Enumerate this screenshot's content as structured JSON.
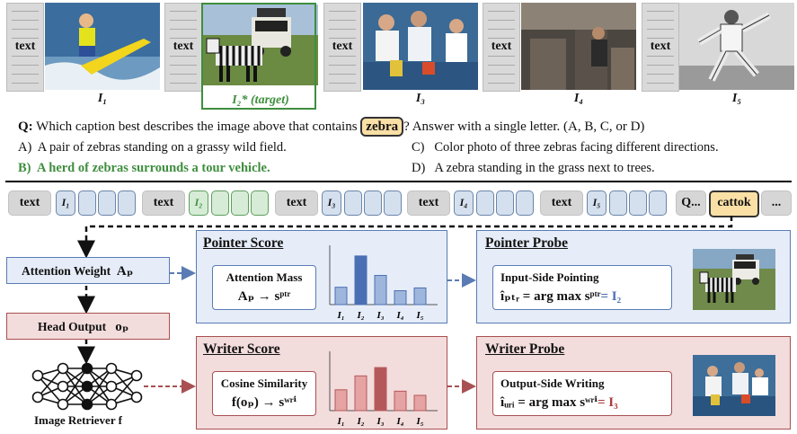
{
  "top": {
    "text_card_label": "text",
    "image_labels": [
      "I₁",
      "I₂* (target)",
      "I₃",
      "I₄",
      "I₅"
    ]
  },
  "question": {
    "prefix": "Q:",
    "text_before": "Which caption best describes the image above that contains",
    "keyword": "zebra",
    "text_after": "? Answer with a single letter. (A, B, C, or D)",
    "options": [
      {
        "letter": "A)",
        "text": "A pair of zebras standing on a grassy wild field."
      },
      {
        "letter": "B)",
        "text": "A herd of zebras surrounds a tour vehicle."
      },
      {
        "letter": "C)",
        "text": "Color photo of three zebras facing different directions."
      },
      {
        "letter": "D)",
        "text": "A zebra standing in the grass next to trees."
      }
    ],
    "correct_color": "#3e8e3e"
  },
  "tokens": {
    "text": "text",
    "image_tokens": [
      "I₁",
      "I₂",
      "I₃",
      "I₄",
      "I₅"
    ],
    "q_label": "Q...",
    "cattok": "cattok",
    "ellipsis": "..."
  },
  "left_column": {
    "attention_weight": "Attention Weight",
    "attention_symbol": "Aₚ",
    "head_output": "Head Output",
    "head_symbol": "oₚ",
    "retriever": "Image Retriever f"
  },
  "pointer_score": {
    "title": "Pointer Score",
    "inner_title": "Attention Mass",
    "formula": "Aₚ → sᵖᵗʳ",
    "color": "#4a6fb5"
  },
  "pointer_probe": {
    "title": "Pointer Probe",
    "inner_title": "Input-Side Pointing",
    "formula": "îₚₜᵣ = arg max sᵖᵗʳ",
    "result": "= I₂"
  },
  "writer_score": {
    "title": "Writer Score",
    "inner_title": "Cosine Similarity",
    "formula": "f(oₚ) → sʷʳⁱ",
    "color": "#b5585a"
  },
  "writer_probe": {
    "title": "Writer Probe",
    "inner_title": "Output-Side Writing",
    "formula": "îᵤᵣᵢ = arg max sʷʳⁱ",
    "result": "= I₃"
  },
  "chart_data": [
    {
      "type": "bar",
      "categories": [
        "I₁",
        "I₂",
        "I₃",
        "I₄",
        "I₅"
      ],
      "values": [
        0.25,
        0.7,
        0.42,
        0.2,
        0.24
      ],
      "highlight_index": 1,
      "colors": {
        "bar": "#9fb6dc",
        "highlight": "#4a6fb5",
        "edge": "#4a6fb5"
      }
    },
    {
      "type": "bar",
      "categories": [
        "I₁",
        "I₂",
        "I₃",
        "I₄",
        "I₅"
      ],
      "values": [
        0.3,
        0.5,
        0.62,
        0.28,
        0.22
      ],
      "highlight_index": 2,
      "colors": {
        "bar": "#e5a3a3",
        "highlight": "#b5585a",
        "edge": "#b5585a"
      }
    }
  ]
}
